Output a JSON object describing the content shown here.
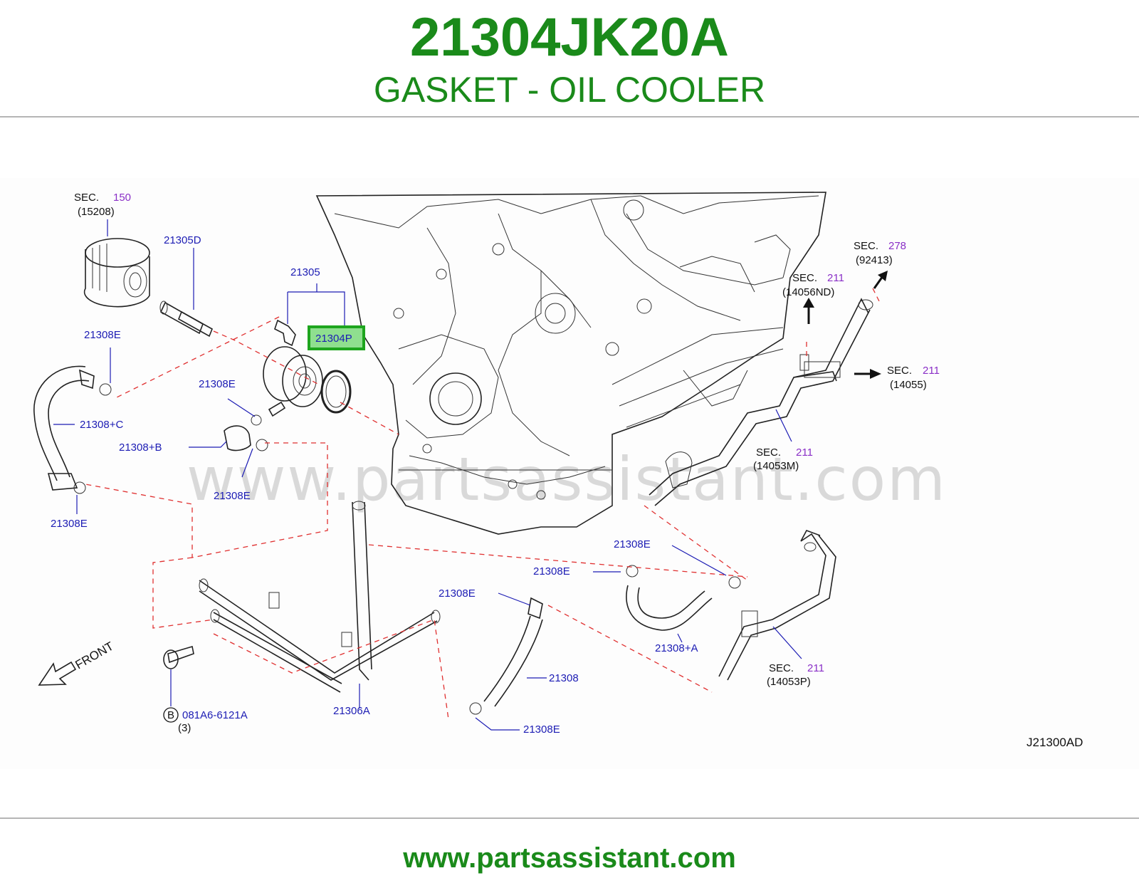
{
  "header": {
    "part_number": "21304JK20A",
    "part_name": "GASKET - OIL COOLER"
  },
  "footer": {
    "website": "www.partsassistant.com"
  },
  "diagram": {
    "watermark": "www.partsassistant.com",
    "diagram_code": "J21300AD",
    "front_label": "FRONT",
    "highlighted_part": "21304P",
    "callouts": {
      "sec_filter": {
        "prefix": "SEC.",
        "section": "150",
        "part": "(15208)"
      },
      "sec_92413": {
        "prefix": "SEC.",
        "section": "278",
        "part": "(92413)"
      },
      "sec_14056nd": {
        "prefix": "SEC.",
        "section": "211",
        "part": "(14056ND)"
      },
      "sec_14055": {
        "prefix": "SEC.",
        "section": "211",
        "part": "(14055)"
      },
      "sec_14053m": {
        "prefix": "SEC.",
        "section": "211",
        "part": "(14053M)"
      },
      "sec_14053p": {
        "prefix": "SEC.",
        "section": "211",
        "part": "(14053P)"
      }
    },
    "labels": {
      "l_21305d": "21305D",
      "l_21305": "21305",
      "l_21308e_a": "21308E",
      "l_21308c": "21308+C",
      "l_21308e_b": "21308E",
      "l_21308b": "21308+B",
      "l_21308e_c": "21308E",
      "l_21308e_d": "21308E",
      "l_21308e_e": "21308E",
      "l_21308e_f": "21308E",
      "l_21308e_g": "21308E",
      "l_21308a": "21308+A",
      "l_21308": "21308",
      "l_21308e_h": "21308E",
      "l_21306a": "21306A",
      "bolt_code": "B",
      "bolt_part": "081A6-6121A",
      "bolt_qty": "(3)"
    }
  }
}
